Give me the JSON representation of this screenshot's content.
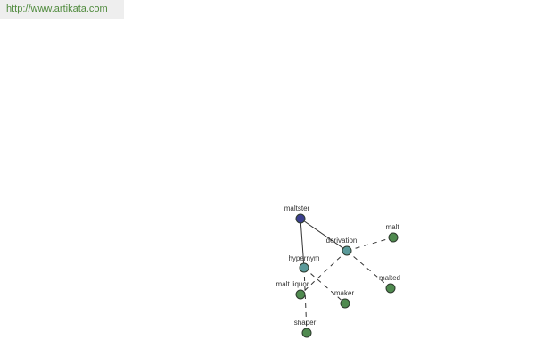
{
  "header": {
    "url": "http://www.artikata.com"
  },
  "graph": {
    "nodes": [
      {
        "id": "maltster",
        "label": "maltster",
        "color": "#3b3f8f",
        "kind": "root"
      },
      {
        "id": "derivation",
        "label": "derivation",
        "color": "#5a9a9a",
        "kind": "relation"
      },
      {
        "id": "hypernym",
        "label": "hypernym",
        "color": "#5a9a9a",
        "kind": "relation"
      },
      {
        "id": "malt",
        "label": "malt",
        "color": "#4f8a4f",
        "kind": "word"
      },
      {
        "id": "malted",
        "label": "malted",
        "color": "#4f8a4f",
        "kind": "word"
      },
      {
        "id": "malt-liquor",
        "label": "malt liquor",
        "color": "#4f8a4f",
        "kind": "word"
      },
      {
        "id": "maker",
        "label": "maker",
        "color": "#4f8a4f",
        "kind": "word"
      },
      {
        "id": "shaper",
        "label": "shaper",
        "color": "#4f8a4f",
        "kind": "word"
      }
    ],
    "edges": [
      {
        "from": "maltster",
        "to": "derivation",
        "style": "solid"
      },
      {
        "from": "maltster",
        "to": "hypernym",
        "style": "solid"
      },
      {
        "from": "derivation",
        "to": "malt",
        "style": "dashed"
      },
      {
        "from": "derivation",
        "to": "malted",
        "style": "dashed"
      },
      {
        "from": "derivation",
        "to": "malt-liquor",
        "style": "dashed"
      },
      {
        "from": "hypernym",
        "to": "maker",
        "style": "dashed"
      },
      {
        "from": "hypernym",
        "to": "shaper",
        "style": "dashed"
      }
    ]
  }
}
